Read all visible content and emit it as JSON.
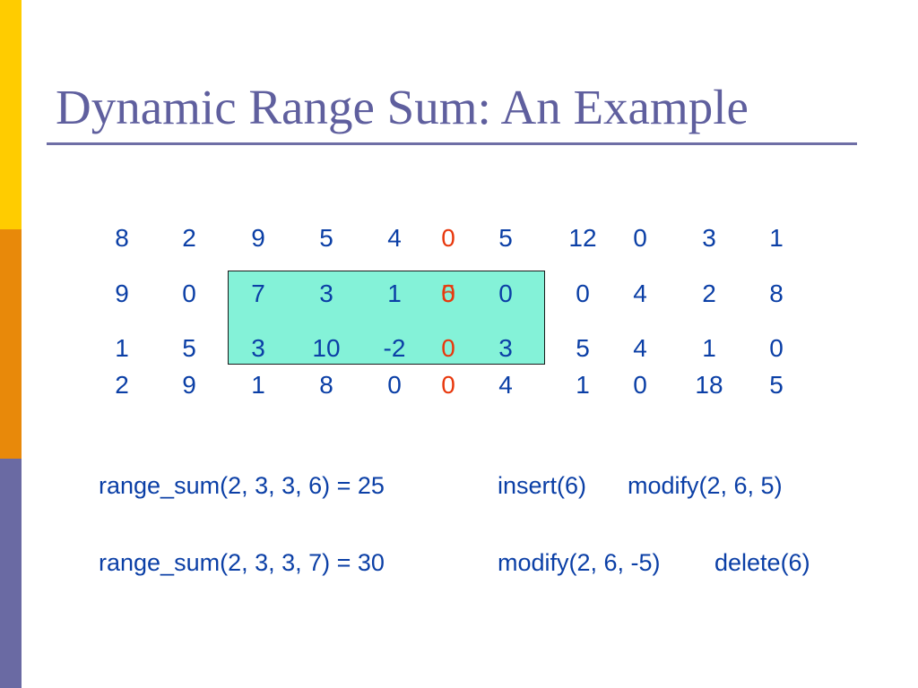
{
  "slide": {
    "title": "Dynamic Range Sum: An Example",
    "colors": {
      "title": "#5f5f9e",
      "rule": "#6e6ea6",
      "number": "#0b3fa6",
      "changed": "#e8380d",
      "highlight": "#84f2d8",
      "bar_top": "#ffcc00",
      "bar_mid": "#e8890a",
      "bar_bottom": "#6a6aa3"
    },
    "matrix": {
      "rows": [
        [
          "8",
          "2",
          "9",
          "5",
          "4",
          "0",
          "5",
          "12",
          "0",
          "3",
          "1"
        ],
        [
          "9",
          "0",
          "7",
          "3",
          "1",
          "0",
          "0",
          "0",
          "4",
          "2",
          "8"
        ],
        [
          "1",
          "5",
          "3",
          "10",
          "-2",
          "0",
          "3",
          "5",
          "4",
          "1",
          "0"
        ],
        [
          "2",
          "9",
          "1",
          "8",
          "0",
          "0",
          "4",
          "1",
          "0",
          "18",
          "5"
        ]
      ],
      "overlay_value": "5",
      "changed_column": 5
    },
    "operations": {
      "row1": {
        "query": "range_sum(2, 3, 3, 6) = 25",
        "op_a": "insert(6)",
        "op_b": "modify(2, 6, 5)"
      },
      "row2": {
        "query": "range_sum(2, 3, 3, 7) = 30",
        "op_a": "modify(2, 6, -5)",
        "op_b": "delete(6)"
      }
    }
  }
}
